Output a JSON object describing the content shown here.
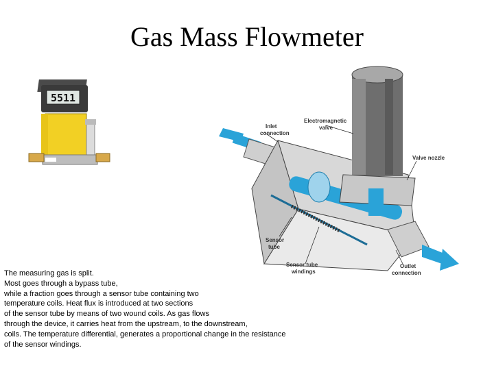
{
  "slide": {
    "title": "Gas Mass Flowmeter",
    "device_display": "5511",
    "body_lines": [
      "The measuring gas is split.",
      "Most goes through a bypass tube,",
      "while a fraction goes through a sensor tube containing two",
      "temperature coils. Heat flux is introduced at two sections",
      "of the sensor tube by means of two wound coils. As gas flows",
      "through the device, it carries heat from the upstream, to the downstream,",
      "coils. The temperature differential, generates a proportional change in the resistance",
      "of the sensor windings."
    ]
  },
  "diagram": {
    "labels": {
      "inlet_1": "Inlet",
      "inlet_2": "connection",
      "valve_1": "Electromagnetic",
      "valve_2": "valve",
      "nozzle": "Valve nozzle",
      "sensor_1": "Sensor",
      "sensor_2": "tube",
      "windings_1": "Sensor tube",
      "windings_2": "windings",
      "outlet_1": "Outlet",
      "outlet_2": "connection"
    },
    "colors": {
      "flow": "#2aa3d8",
      "cylinder": "#6e6e6e",
      "body": "#d8d8d8",
      "device_yellow": "#f2d024"
    }
  }
}
